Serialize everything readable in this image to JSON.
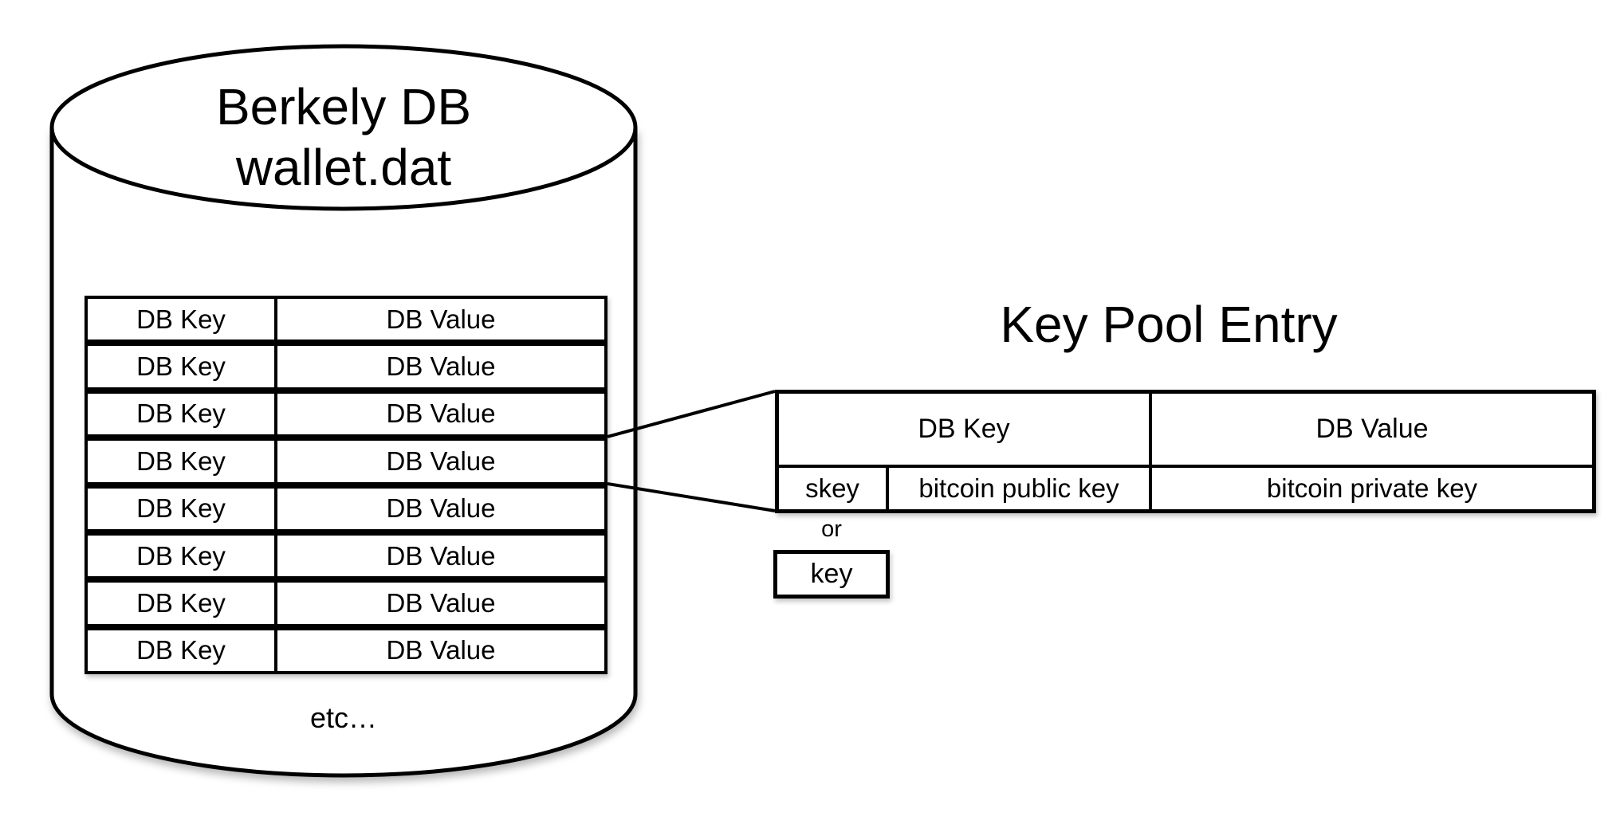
{
  "cylinder": {
    "title_line1": "Berkely DB",
    "title_line2": "wallet.dat",
    "footer": "etc…"
  },
  "wallet_table": {
    "rows": [
      {
        "key": "DB Key",
        "value": "DB Value"
      },
      {
        "key": "DB Key",
        "value": "DB Value"
      },
      {
        "key": "DB Key",
        "value": "DB Value"
      },
      {
        "key": "DB Key",
        "value": "DB Value"
      },
      {
        "key": "DB Key",
        "value": "DB Value"
      },
      {
        "key": "DB Key",
        "value": "DB Value"
      },
      {
        "key": "DB Key",
        "value": "DB Value"
      },
      {
        "key": "DB Key",
        "value": "DB Value"
      }
    ]
  },
  "key_pool": {
    "title": "Key Pool Entry",
    "header": {
      "db_key": "DB Key",
      "db_value": "DB Value"
    },
    "entry": {
      "skey": "skey",
      "public_key": "bitcoin public key",
      "private_key": "bitcoin private key"
    },
    "or_label": "or",
    "key_box_label": "key"
  },
  "colors": {
    "stroke": "#000000",
    "background": "#ffffff"
  }
}
